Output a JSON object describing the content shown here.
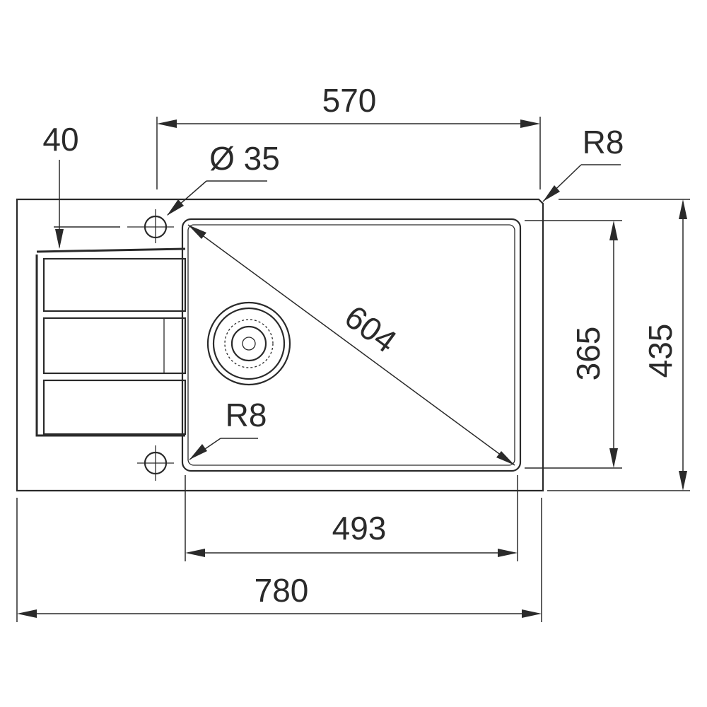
{
  "dimensions": {
    "width_top": "570",
    "drain_offset": "40",
    "tap_hole": "Ø 35",
    "corner_radius_outer": "R8",
    "diagonal": "604",
    "bowl_height": "365",
    "overall_height": "435",
    "corner_radius_inner": "R8",
    "bowl_width": "493",
    "overall_width": "780"
  },
  "colors": {
    "line": "#2a2a2a",
    "background": "#ffffff"
  }
}
